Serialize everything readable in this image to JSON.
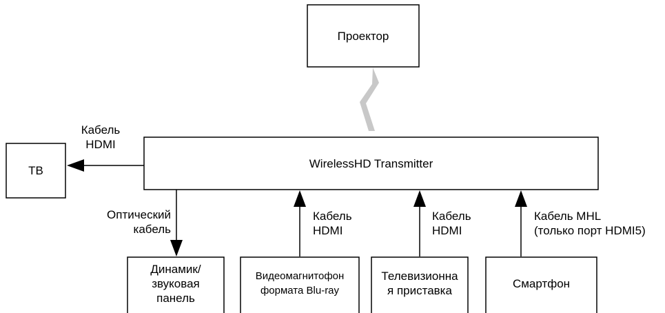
{
  "nodes": {
    "projector": "Проектор",
    "transmitter": "WirelessHD Transmitter",
    "tv": "ТВ",
    "speaker": "Динамик/\nзвуковая\nпанель",
    "bluray": "Видеомагнитофон\nформата Blu-ray",
    "settop": "Телевизионна\nя приставка",
    "smartphone": "Смартфон"
  },
  "connections": {
    "tv_cable": "Кабель\nHDMI",
    "optical_cable": "Оптический\nкабель",
    "bluray_cable": "Кабель\nHDMI",
    "settop_cable": "Кабель\nHDMI",
    "smartphone_cable": "Кабель MHL\n(только порт HDMI5)"
  }
}
